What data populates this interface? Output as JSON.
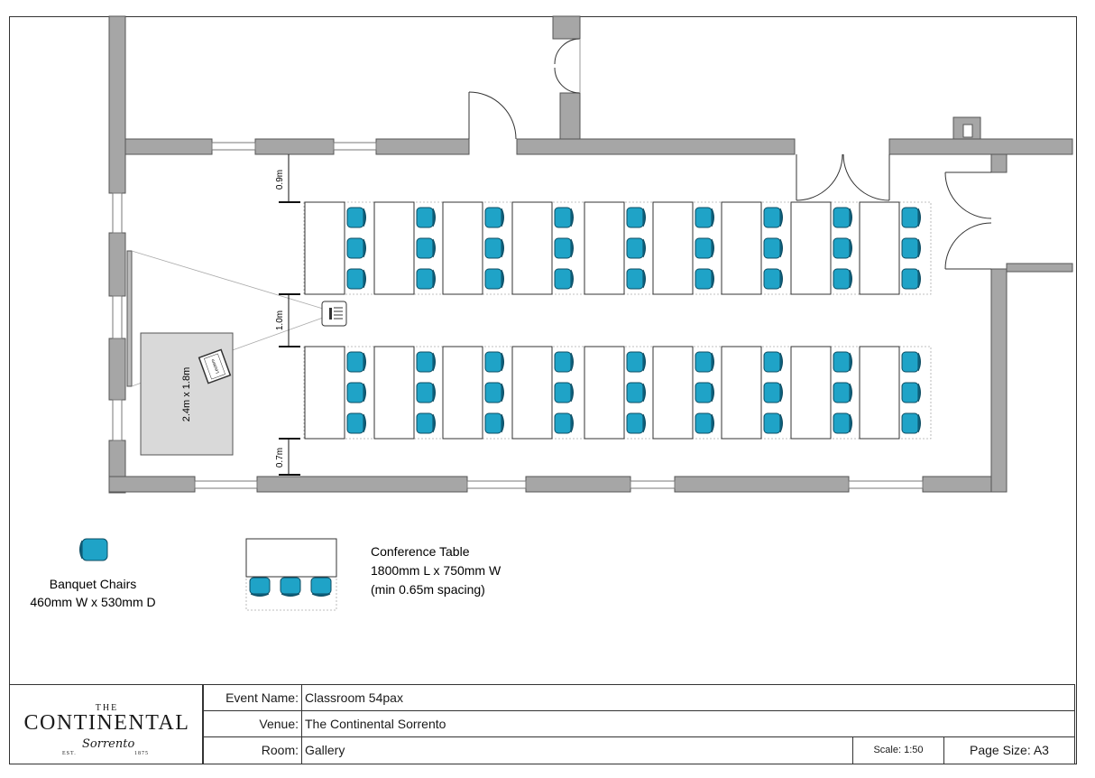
{
  "floorplan": {
    "dimensions": {
      "top_gap": "0.9m",
      "aisle": "1.0m",
      "bottom_gap": "0.7m",
      "stage": "2.4m x 1.8m"
    },
    "lectern_label": "Lectern",
    "table_columns": 9,
    "table_rows": 2,
    "chairs_per_table": 3
  },
  "legend": {
    "chair_title": "Banquet Chairs",
    "chair_size": "460mm W x 530mm D",
    "table_title": "Conference Table",
    "table_size": "1800mm L x 750mm W",
    "table_note": "(min 0.65m spacing)"
  },
  "titleblock": {
    "logo": {
      "the": "THE",
      "name": "CONTINENTAL",
      "est": "EST.",
      "script": "Sorrento",
      "year": "1875"
    },
    "event_label": "Event Name:",
    "event_value": "Classroom 54pax",
    "venue_label": "Venue:",
    "venue_value": "The Continental Sorrento",
    "room_label": "Room:",
    "room_value": "Gallery",
    "scale": "Scale:  1:50",
    "page_size": "Page Size: A3"
  },
  "colors": {
    "wall": "#a6a6a6",
    "chair": "#1fa3c7",
    "chair_dark": "#0d5e7a",
    "stage": "#d9d9d9"
  }
}
